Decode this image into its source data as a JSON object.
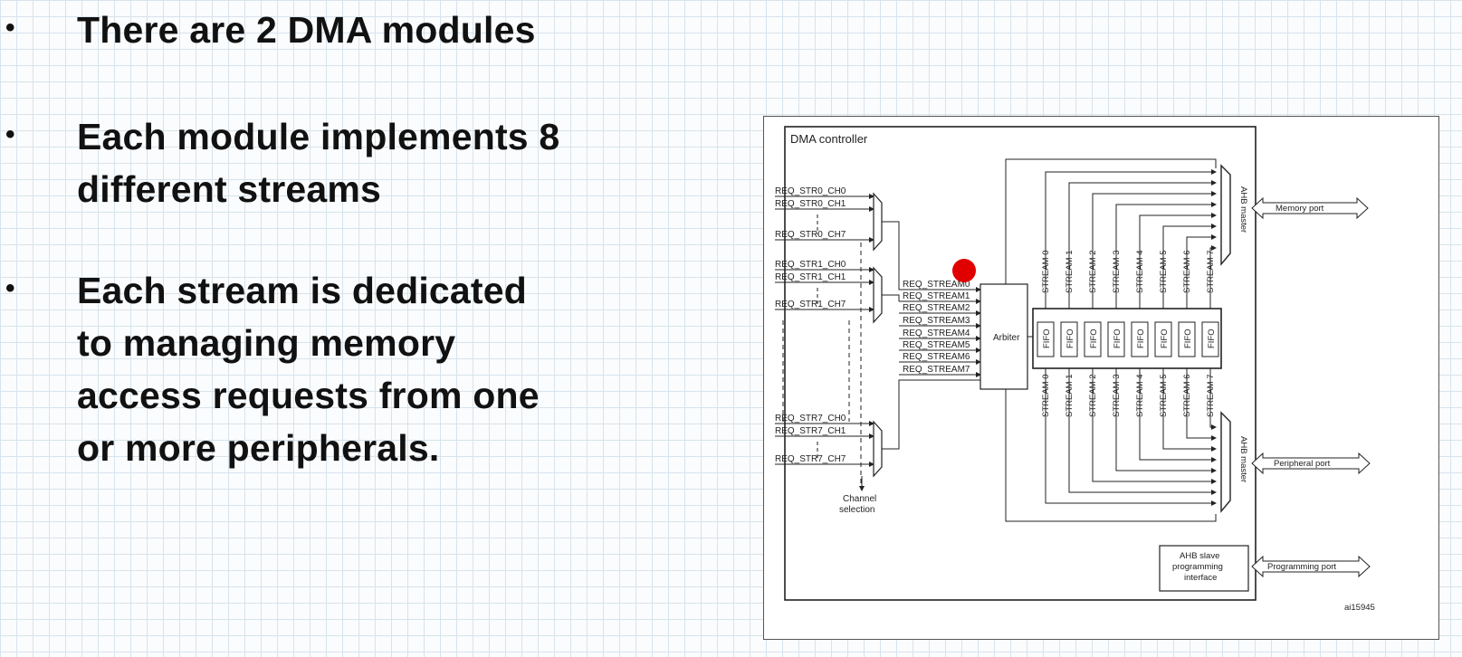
{
  "slide": {
    "bullets": [
      {
        "bullet": "•",
        "lines": [
          "There are 2 DMA modules"
        ]
      },
      {
        "bullet": "•",
        "lines": [
          "Each module implements 8",
          "different streams"
        ]
      },
      {
        "bullet": "•",
        "lines": [
          "Each stream is dedicated",
          "to managing memory",
          "access requests from one",
          "or more peripherals."
        ]
      }
    ]
  },
  "diagram": {
    "title": "DMA controller",
    "group_inputs": [
      {
        "labels": [
          "REQ_STR0_CH0",
          "REQ_STR0_CH1",
          "REQ_STR0_CH7"
        ]
      },
      {
        "labels": [
          "REQ_STR1_CH0",
          "REQ_STR1_CH1",
          "REQ_STR1_CH7"
        ]
      },
      {
        "labels": [
          "REQ_STR7_CH0",
          "REQ_STR7_CH1",
          "REQ_STR7_CH7"
        ]
      }
    ],
    "channel_selection": [
      "Channel",
      "selection"
    ],
    "stream_requests": [
      "REQ_STREAM0",
      "REQ_STREAM1",
      "REQ_STREAM2",
      "REQ_STREAM3",
      "REQ_STREAM4",
      "REQ_STREAM5",
      "REQ_STREAM6",
      "REQ_STREAM7"
    ],
    "arbiter": "Arbiter",
    "streams": [
      "STREAM 0",
      "STREAM 1",
      "STREAM 2",
      "STREAM 3",
      "STREAM 4",
      "STREAM 5",
      "STREAM 6",
      "STREAM 7"
    ],
    "fifo": "FIFO",
    "ahb_master": "AHB master",
    "ports": {
      "memory": "Memory port",
      "peripheral": "Peripheral port",
      "programming": "Programming port"
    },
    "ahb_slave": [
      "AHB slave",
      "programming",
      "interface"
    ],
    "figure_id": "ai15945"
  }
}
